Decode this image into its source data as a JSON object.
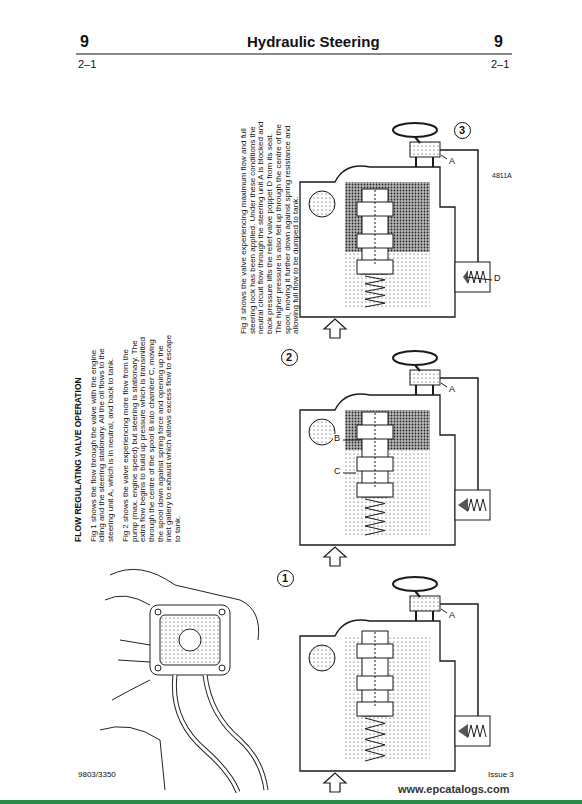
{
  "diagram": {
    "title": "Hydraulic Steering",
    "nodes": [
      {
        "text": [
          "3"
        ]
      },
      {
        "text": [
          "2"
        ]
      },
      {
        "text": [
          "1"
        ]
      }
    ],
    "labels": [
      "9",
      "2–1",
      "9",
      "2–1",
      "FLOW REGULATING VALVE OPERATION",
      "Fig 1 shows the flow through the valve with the engine idling and the steering stationary. All the oil flows to the steering unit A, which is in neutral, and back to tank.",
      "Fig 2 shows the valve experiencing more flow from the pump (max. engine speed) but steering is stationary. The extra flow begins to build up pressure which is transmitted through the centre of the spool B into chamber C, moving the spool down against spring force and opening up the inlet gallery to exhaust which allows excess flow to escape to tank.",
      "Fig 3 shows the valve experiencing maximum flow and full steering lock has been applied. Under these conditions the neutral circuit flow through the steering unit A is blocked and back pressure lifts the relief valve poppet D from its seat. The higher pressure is also felt up through the centre of the spool, moving it further down against spring resistance and allowing full flow to be dumped to tank.",
      "A",
      "D",
      "4811A",
      "A",
      "B",
      "C",
      "A",
      "9803/3350",
      "Issue 3",
      "www.epcatalogs.com"
    ]
  }
}
